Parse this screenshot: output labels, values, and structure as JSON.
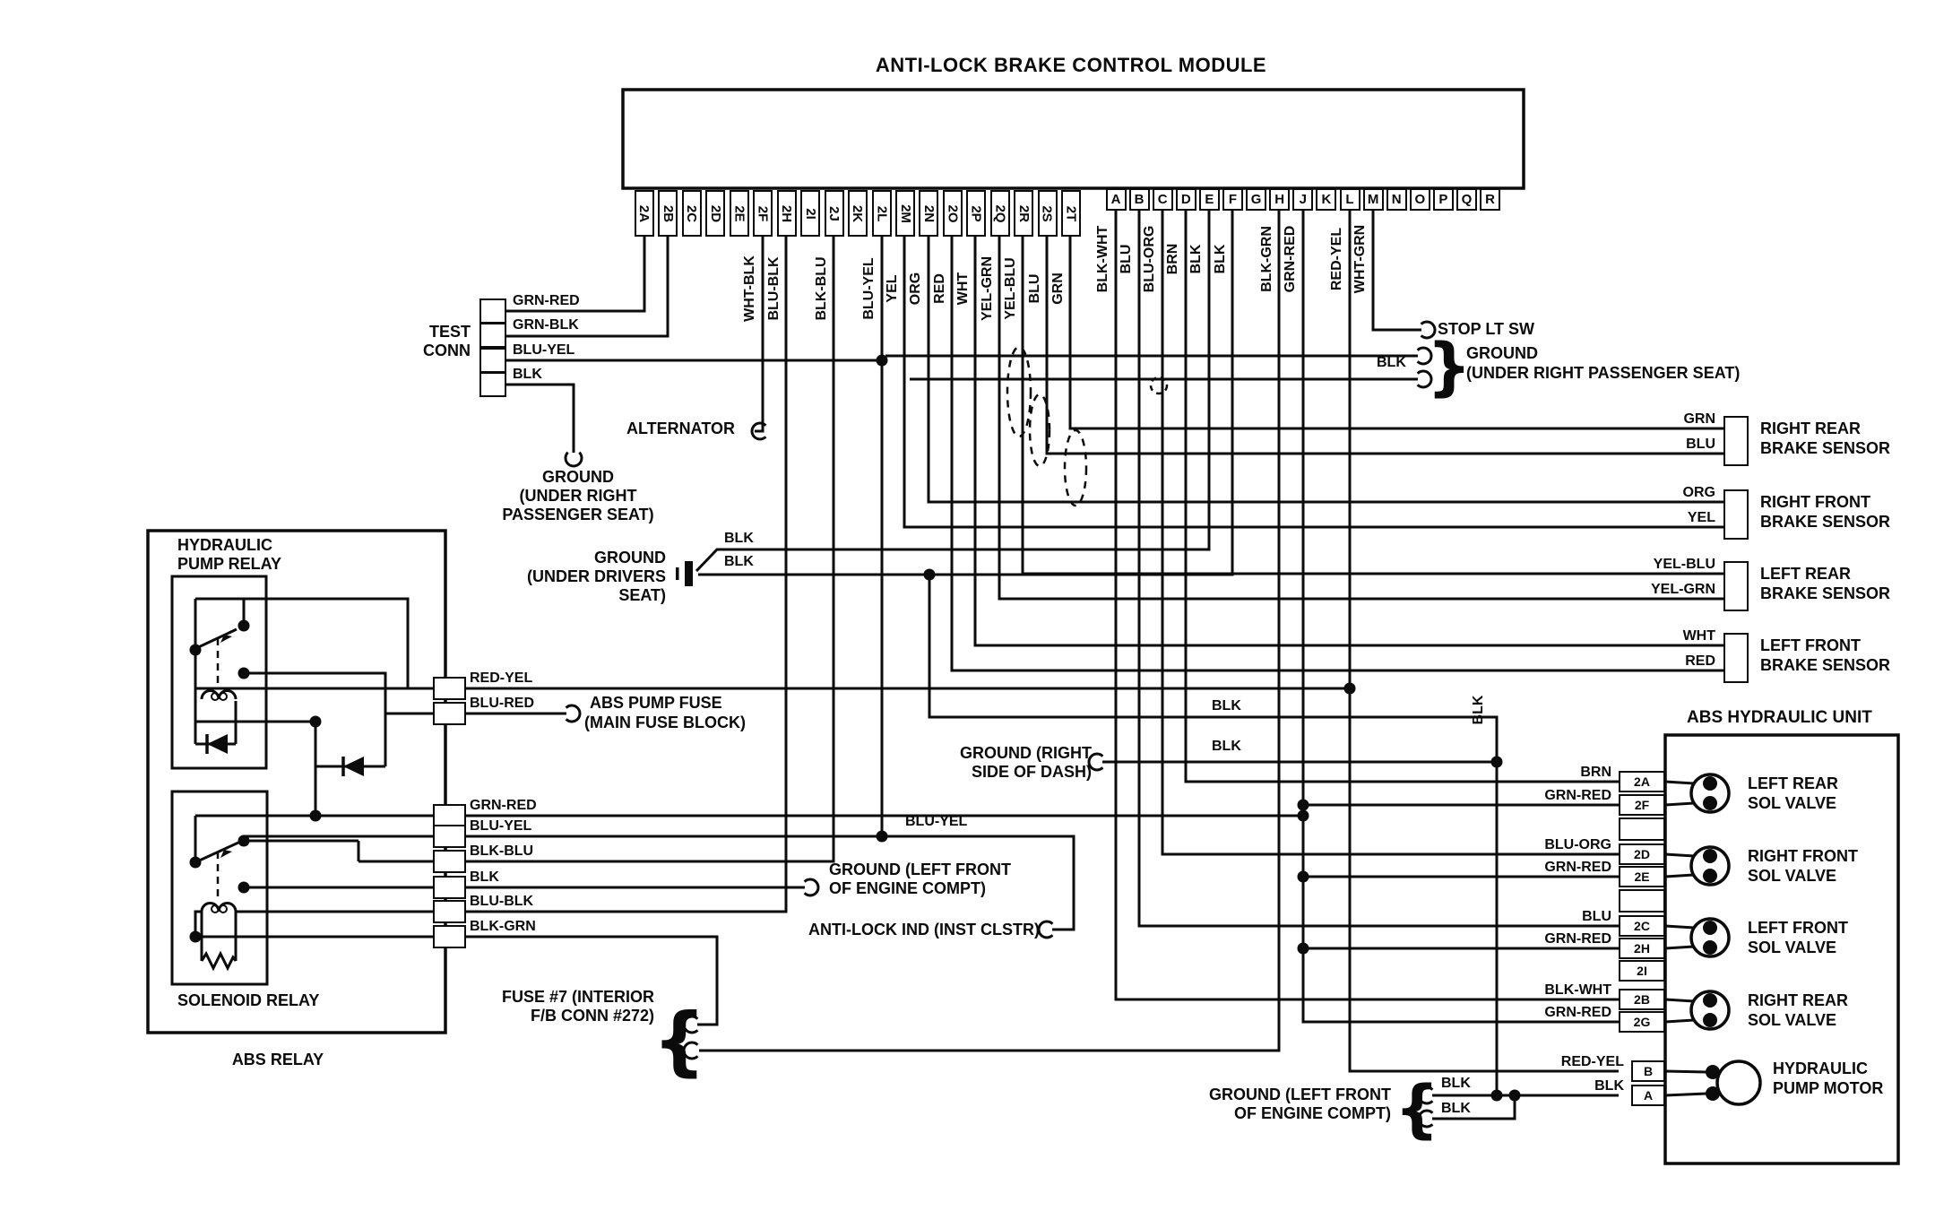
{
  "title": "ANTI-LOCK BRAKE CONTROL MODULE",
  "module": {
    "pins2": [
      "2A",
      "2B",
      "2C",
      "2D",
      "2E",
      "2F",
      "2H",
      "2I",
      "2J",
      "2K",
      "2L",
      "2M",
      "2N",
      "2O",
      "2P",
      "2Q",
      "2R",
      "2S",
      "2T"
    ],
    "pinsA": [
      "A",
      "B",
      "C",
      "D",
      "E",
      "F",
      "G",
      "H",
      "J",
      "K",
      "L",
      "M",
      "N",
      "O",
      "P",
      "Q",
      "R"
    ],
    "wire_labels_2": {
      "2F": "WHT-BLK",
      "2H": "BLU-BLK",
      "2J": "BLK-BLU",
      "2L": "BLU-YEL",
      "2M": "YEL",
      "2N": "ORG",
      "2O": "RED",
      "2P": "WHT",
      "2Q": "YEL-GRN",
      "2R": "YEL-BLU",
      "2S": "BLU",
      "2T": "GRN"
    },
    "wire_labels_A": {
      "A": "BLK-WHT",
      "B": "BLU",
      "C": "BLU-ORG",
      "D": "BRN",
      "E": "BLK",
      "F": "BLK",
      "H": "BLK-GRN",
      "J": "GRN-RED",
      "L": "RED-YEL",
      "M": "WHT-GRN"
    }
  },
  "test_conn": {
    "line1": "TEST",
    "line2": "CONN",
    "wires": [
      "GRN-RED",
      "GRN-BLK",
      "BLU-YEL",
      "BLK"
    ]
  },
  "labels": {
    "alternator": "ALTERNATOR",
    "ground_rp_left": [
      "GROUND",
      "(UNDER RIGHT",
      "PASSENGER SEAT)"
    ],
    "ground_drivers": [
      "GROUND",
      "(UNDER DRIVERS",
      "SEAT)"
    ],
    "ground_drivers_wires": [
      "BLK",
      "BLK"
    ],
    "stop_lt_sw": "STOP LT SW",
    "ground_rp_right": [
      "GROUND",
      "(UNDER RIGHT PASSENGER SEAT)"
    ],
    "ground_rp_right_wire": "BLK",
    "ground_dash": [
      "GROUND (RIGHT",
      "SIDE OF DASH)"
    ],
    "ground_dash_wires": [
      "BLK",
      "BLK"
    ],
    "ground_engine_mid": [
      "GROUND (LEFT FRONT",
      "OF ENGINE COMPT)"
    ],
    "ground_engine_right": [
      "GROUND (LEFT FRONT",
      "OF ENGINE COMPT)"
    ],
    "ground_engine_right_wires": [
      "BLK",
      "BLK"
    ],
    "abs_pump_fuse": [
      "ABS PUMP FUSE",
      "(MAIN FUSE BLOCK)"
    ],
    "anti_lock_ind": "ANTI-LOCK IND (INST CLSTR)",
    "fuse7": [
      "FUSE #7 (INTERIOR",
      "F/B CONN #272)"
    ],
    "blu_yel_mid": "BLU-YEL",
    "blk_vertical": "BLK"
  },
  "relays": {
    "abs_relay": "ABS RELAY",
    "pump_relay": [
      "HYDRAULIC",
      "PUMP RELAY"
    ],
    "solenoid_relay": "SOLENOID RELAY",
    "terminals": [
      "RED-YEL",
      "BLU-RED",
      "GRN-RED",
      "BLU-YEL",
      "BLK-BLU",
      "BLK",
      "BLU-BLK",
      "BLK-GRN"
    ]
  },
  "sensors": [
    {
      "w1": "GRN",
      "w2": "BLU",
      "name1": "RIGHT REAR",
      "name2": "BRAKE SENSOR"
    },
    {
      "w1": "ORG",
      "w2": "YEL",
      "name1": "RIGHT FRONT",
      "name2": "BRAKE SENSOR"
    },
    {
      "w1": "YEL-BLU",
      "w2": "YEL-GRN",
      "name1": "LEFT REAR",
      "name2": "BRAKE SENSOR"
    },
    {
      "w1": "WHT",
      "w2": "RED",
      "name1": "LEFT FRONT",
      "name2": "BRAKE SENSOR"
    }
  ],
  "hydraulic_unit": {
    "title": "ABS HYDRAULIC UNIT",
    "pins": [
      {
        "pin": "2A",
        "wire": "BRN"
      },
      {
        "pin": "2F",
        "wire": "GRN-RED"
      },
      {
        "pin": "2D",
        "wire": "BLU-ORG"
      },
      {
        "pin": "2E",
        "wire": "GRN-RED"
      },
      {
        "pin": "2C",
        "wire": "BLU"
      },
      {
        "pin": "2H",
        "wire": "GRN-RED"
      },
      {
        "pin": "2I",
        "wire": ""
      },
      {
        "pin": "2B",
        "wire": "BLK-WHT"
      },
      {
        "pin": "2G",
        "wire": "GRN-RED"
      }
    ],
    "pump_pins": [
      {
        "pin": "B",
        "wire": "RED-YEL"
      },
      {
        "pin": "A",
        "wire": "BLK"
      }
    ],
    "valves": [
      [
        "LEFT REAR",
        "SOL VALVE"
      ],
      [
        "RIGHT FRONT",
        "SOL VALVE"
      ],
      [
        "LEFT FRONT",
        "SOL VALVE"
      ],
      [
        "RIGHT REAR",
        "SOL VALVE"
      ]
    ],
    "pump": [
      "HYDRAULIC",
      "PUMP MOTOR"
    ]
  }
}
